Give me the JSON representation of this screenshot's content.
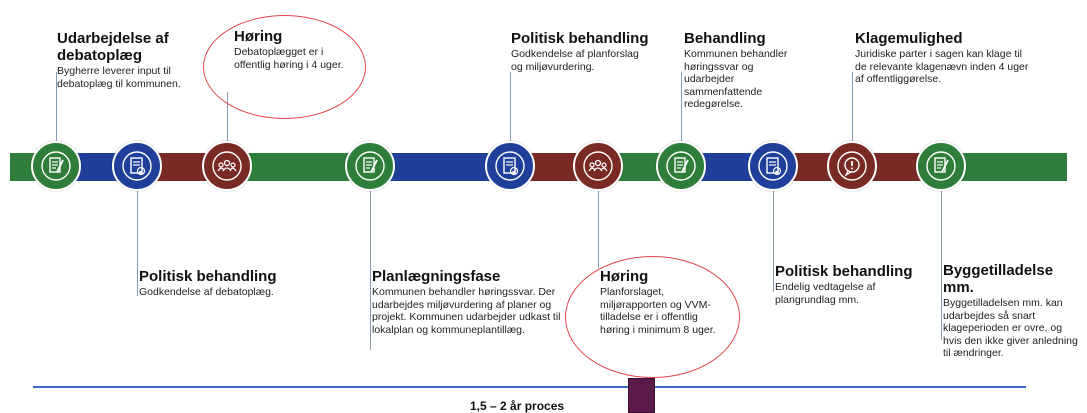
{
  "colors": {
    "green": "#2e7d3a",
    "blue": "#1f3f9a",
    "red": "#7a2a24",
    "stem": "#8a9bb5",
    "baseline": "#3a6ac6",
    "marker": "#5a1a4a",
    "highlight": "#e0454a"
  },
  "timeline": {
    "bands": [
      "green",
      "blue",
      "red",
      "green",
      "blue",
      "red",
      "green",
      "blue",
      "red",
      "green"
    ],
    "nodes": [
      {
        "color": "green",
        "icon": "document-pen-icon"
      },
      {
        "color": "blue",
        "icon": "document-check-icon"
      },
      {
        "color": "red",
        "icon": "people-group-icon"
      },
      {
        "color": "green",
        "icon": "document-pen-icon"
      },
      {
        "color": "blue",
        "icon": "document-check-icon"
      },
      {
        "color": "red",
        "icon": "people-group-icon"
      },
      {
        "color": "green",
        "icon": "document-pen-icon"
      },
      {
        "color": "blue",
        "icon": "document-check-icon"
      },
      {
        "color": "red",
        "icon": "warning-speech-icon"
      },
      {
        "color": "green",
        "icon": "document-pen-icon"
      }
    ],
    "steps": [
      {
        "title": "Udarbejdelse af debatoplæg",
        "desc": "Bygherre leverer input til debatoplæg til kommunen."
      },
      {
        "title": "Politisk behandling",
        "desc": "Godkendelse af debatoplæg."
      },
      {
        "title": "Høring",
        "desc": "Debatoplægget er i offentlig høring i 4 uger."
      },
      {
        "title": "Planlægningsfase",
        "desc": "Kommunen behandler høringssvar. Der udarbejdes miljøvurdering af planer og projekt. Kommunen udarbejder udkast til lokalplan og kommuneplantillæg."
      },
      {
        "title": "Politisk behandling",
        "desc": "Godkendelse af planforslag og miljøvurdering."
      },
      {
        "title": "Høring",
        "desc": "Planforslaget, miljørapporten og VVM-tilladelse er i offentlig høring i minimum 8 uger."
      },
      {
        "title": "Behandling",
        "desc": "Kommunen behandler høringssvar og udarbejder sammenfattende redegørelse."
      },
      {
        "title": "Politisk behandling",
        "desc": "Endelig vedtagelse af plangrundlag mm."
      },
      {
        "title": "Klagemulighed",
        "desc": "Juridiske parter i sagen kan klage til de relevante klagenævn inden 4 uger af offentliggørelse."
      },
      {
        "title": "Byggetilladelse mm.",
        "desc": "Byggetilladelsen mm. kan udarbejdes så snart klageperioden er ovre, og hvis den ikke giver anledning til ændringer."
      }
    ]
  },
  "footer": {
    "period_label": "1,5 – 2 år proces"
  }
}
